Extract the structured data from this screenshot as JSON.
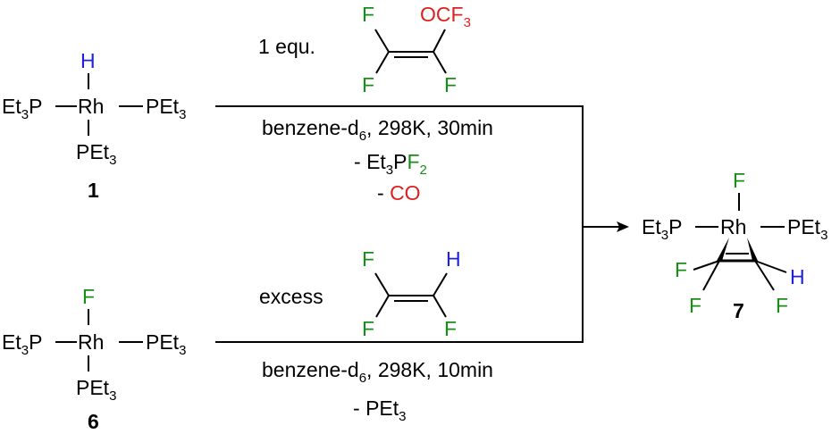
{
  "colors": {
    "black": "#000000",
    "green": "#1a8c1a",
    "blue": "#1f1fe0",
    "red": "#e0201f"
  },
  "elements": {
    "H": "H",
    "F": "F",
    "Rh": "Rh",
    "P": "P",
    "Et": "Et",
    "sub3": "3",
    "sub2": "2",
    "sub6": "6",
    "OCF": "OCF"
  },
  "compounds": {
    "c1": "1",
    "c6": "6",
    "c7": "7"
  },
  "reaction_top": {
    "equiv": "1 equ.",
    "conditions_prefix": "benzene-d",
    "conditions_suffix": ", 298K, 30min",
    "byproduct_dash": "- ",
    "byproduct_1": "Et3PF2",
    "byproduct_2": "CO"
  },
  "reaction_bottom": {
    "amount": "excess",
    "conditions_prefix": "benzene-d",
    "conditions_suffix": ", 298K, 10min",
    "byproduct": "- PEt3"
  }
}
